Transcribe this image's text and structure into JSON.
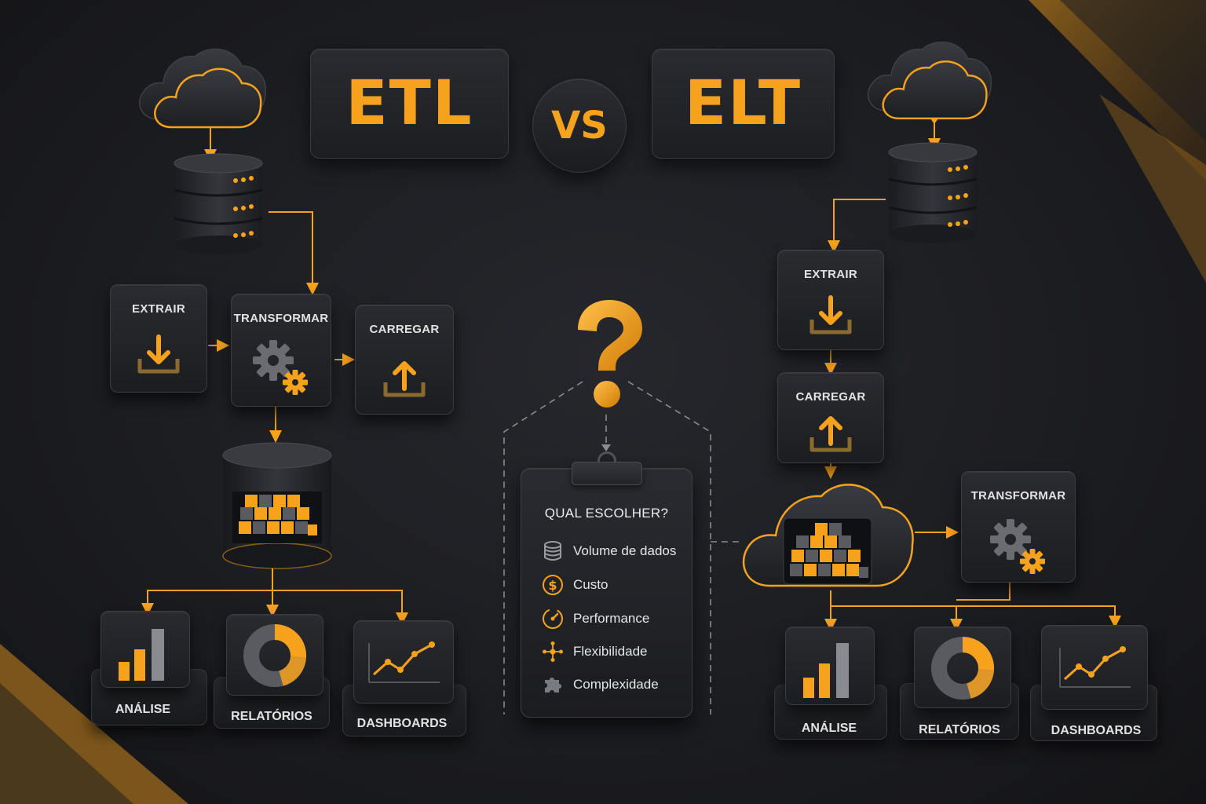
{
  "header": {
    "left_title": "ETL",
    "vs": "VS",
    "right_title": "ELT"
  },
  "etl": {
    "steps": {
      "extract": "EXTRAIR",
      "transform": "TRANSFORMAR",
      "load": "CARREGAR"
    },
    "outputs": {
      "analysis": "ANÁLISE",
      "reports": "RELATÓRIOS",
      "dashboards": "DASHBOARDS"
    }
  },
  "elt": {
    "steps": {
      "extract": "EXTRAIR",
      "load": "CARREGAR",
      "transform": "TRANSFORMAR"
    },
    "outputs": {
      "analysis": "ANÁLISE",
      "reports": "RELATÓRIOS",
      "dashboards": "DASHBOARDS"
    }
  },
  "decision": {
    "symbol": "?",
    "title": "QUAL ESCOLHER?",
    "criteria": [
      {
        "label": "Volume de dados",
        "icon": "database-icon"
      },
      {
        "label": "Custo",
        "icon": "dollar-icon"
      },
      {
        "label": "Performance",
        "icon": "gauge-icon"
      },
      {
        "label": "Flexibilidade",
        "icon": "network-icon"
      },
      {
        "label": "Complexidade",
        "icon": "puzzle-icon"
      }
    ]
  },
  "colors": {
    "accent": "#f6a21c",
    "background": "#1c1d21",
    "panel": "#26272c",
    "text": "#e6e6e6"
  }
}
